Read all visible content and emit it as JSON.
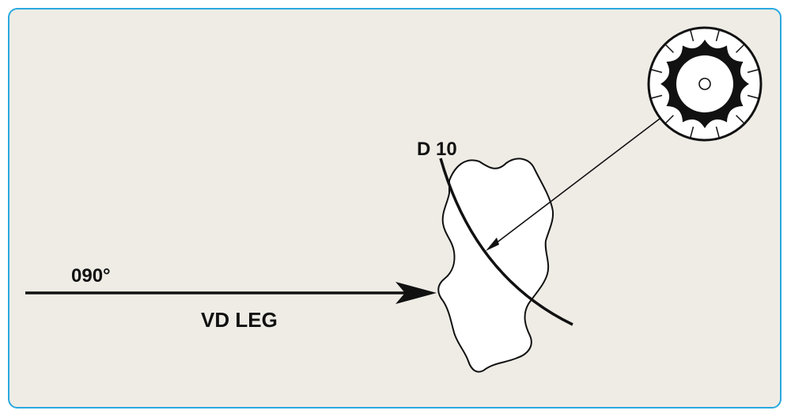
{
  "labels": {
    "course": "090°",
    "leg_type": "VD LEG",
    "dme_fix": "D 10"
  },
  "icons": {
    "station": "vor-dme-compass-rose-icon",
    "fix_area": "terrain-outline-icon"
  },
  "colors": {
    "panel_background": "#efece6",
    "panel_border": "#2aa9e0",
    "ink": "#111111"
  }
}
